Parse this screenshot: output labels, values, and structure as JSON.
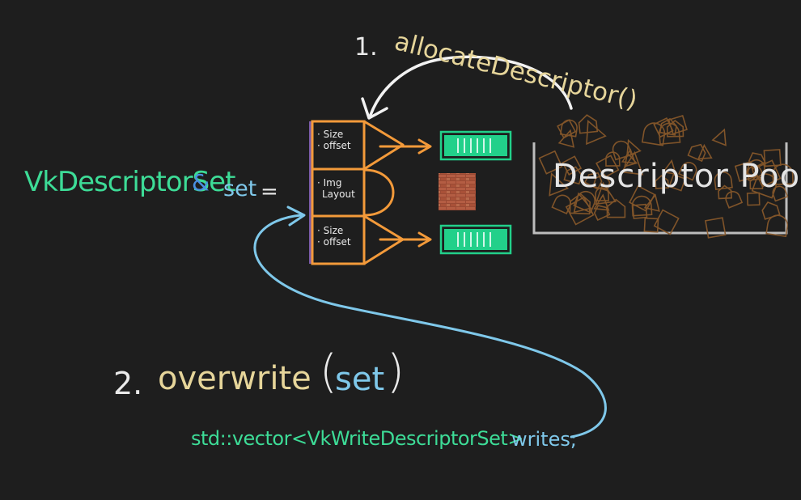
{
  "colors": {
    "background": "#1e1e1e",
    "yellow": "#e6d59a",
    "white": "#eaeaea",
    "green": "#3ddc97",
    "blue": "#7fc8ea",
    "orange": "#f39a3a",
    "buffer_green": "#22d08a",
    "pool_gray": "#c9c9c9",
    "pool_shapes": "#8b5a2b",
    "texture": "#a4523a"
  },
  "step1": {
    "number": "1.",
    "call": "allocateDescriptor()"
  },
  "assignment": {
    "type": "VkDescriptorSet",
    "ampersand": "&",
    "variable": "set",
    "equals": "="
  },
  "descriptor_set": {
    "bindings": [
      {
        "line1": "· Size",
        "line2": "· offset",
        "target": "buffer"
      },
      {
        "line1": "· Img",
        "line2": "Layout",
        "target": "image"
      },
      {
        "line1": "· Size",
        "line2": "· offset",
        "target": "buffer"
      }
    ]
  },
  "pool": {
    "label": "Descriptor Pool"
  },
  "step2": {
    "number": "2.",
    "call": "overwrite",
    "paren_open": "(",
    "argument": "set",
    "paren_close": ")"
  },
  "writes": {
    "declaration": "std::vector<VkWriteDescriptorSet>",
    "variable": "writes;"
  },
  "icons": {
    "allocate_arrow": "curved-arrow-icon",
    "overwrite_arrow": "curved-arrow-icon",
    "buffer": "buffer-icon",
    "image": "image-texture-icon"
  }
}
